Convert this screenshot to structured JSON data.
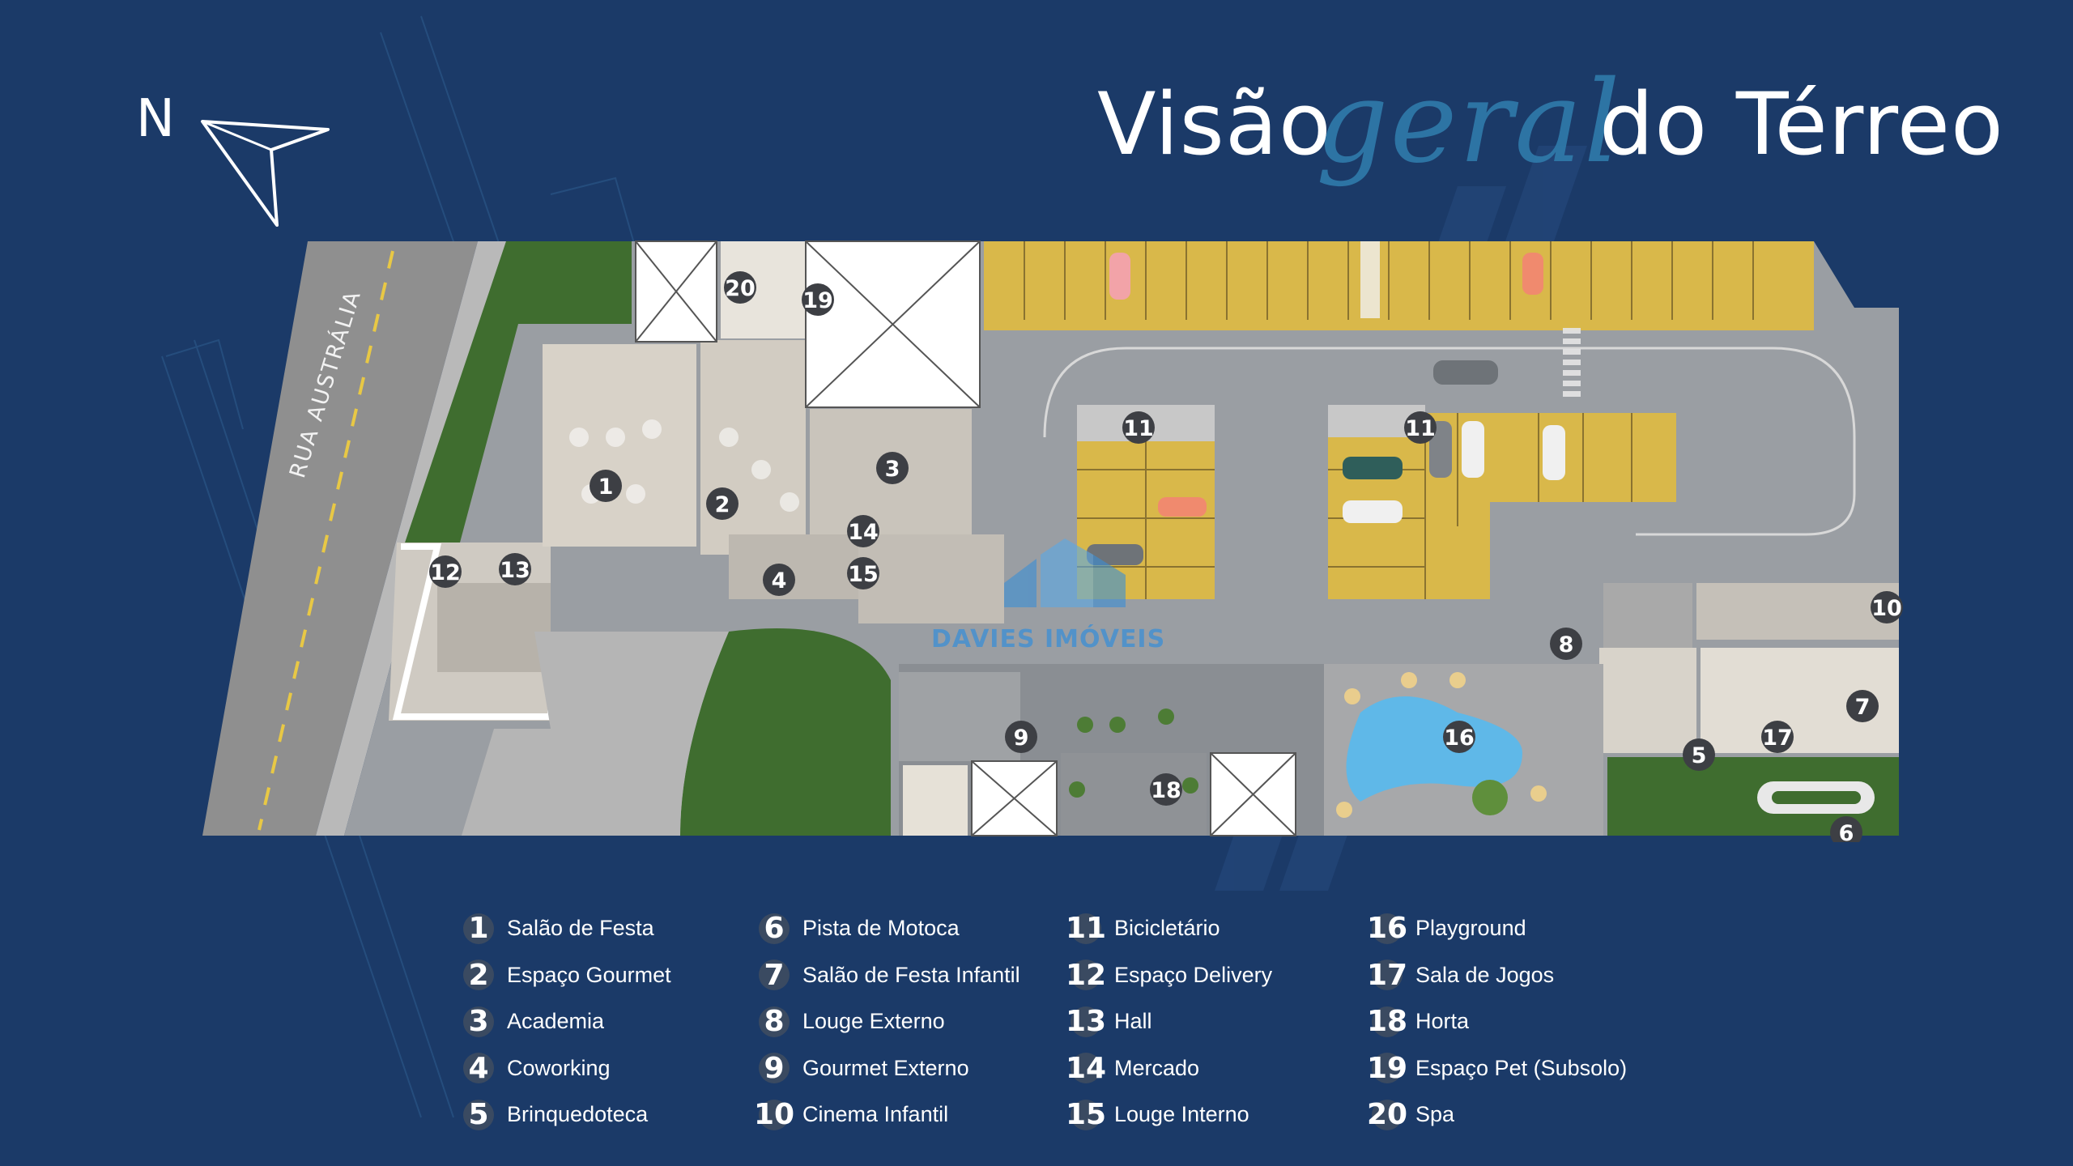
{
  "compass": {
    "label": "N"
  },
  "title": {
    "part1": "Visão",
    "script": "geral",
    "part2": "do Térreo"
  },
  "street": {
    "name": "RUA AUSTRÁLIA"
  },
  "watermark": {
    "name": "DAVIES IMÓVEIS"
  },
  "colors": {
    "background": "#1b3a68",
    "parking_yellow": "#d9b84a",
    "marker": "#3d3f44",
    "garden": "#3f6d2f"
  },
  "plan_markers": [
    "1",
    "2",
    "3",
    "4",
    "5",
    "6",
    "7",
    "8",
    "9",
    "10",
    "11",
    "11",
    "12",
    "13",
    "14",
    "15",
    "16",
    "17",
    "18",
    "19",
    "20"
  ],
  "legend": [
    [
      {
        "num": "1",
        "label": "Salão de Festa"
      },
      {
        "num": "2",
        "label": "Espaço Gourmet"
      },
      {
        "num": "3",
        "label": "Academia"
      },
      {
        "num": "4",
        "label": "Coworking"
      },
      {
        "num": "5",
        "label": "Brinquedoteca"
      }
    ],
    [
      {
        "num": "6",
        "label": "Pista de Motoca"
      },
      {
        "num": "7",
        "label": "Salão de Festa  Infantil"
      },
      {
        "num": "8",
        "label": "Louge Externo"
      },
      {
        "num": "9",
        "label": "Gourmet Externo"
      },
      {
        "num": "10",
        "label": "Cinema Infantil"
      }
    ],
    [
      {
        "num": "11",
        "label": "Bicicletário"
      },
      {
        "num": "12",
        "label": "Espaço Delivery"
      },
      {
        "num": "13",
        "label": "Hall"
      },
      {
        "num": "14",
        "label": "Mercado"
      },
      {
        "num": "15",
        "label": "Louge Interno"
      }
    ],
    [
      {
        "num": "16",
        "label": "Playground"
      },
      {
        "num": "17",
        "label": "Sala de Jogos"
      },
      {
        "num": "18",
        "label": "Horta"
      },
      {
        "num": "19",
        "label": "Espaço Pet (Subsolo)"
      },
      {
        "num": "20",
        "label": "Spa"
      }
    ]
  ]
}
